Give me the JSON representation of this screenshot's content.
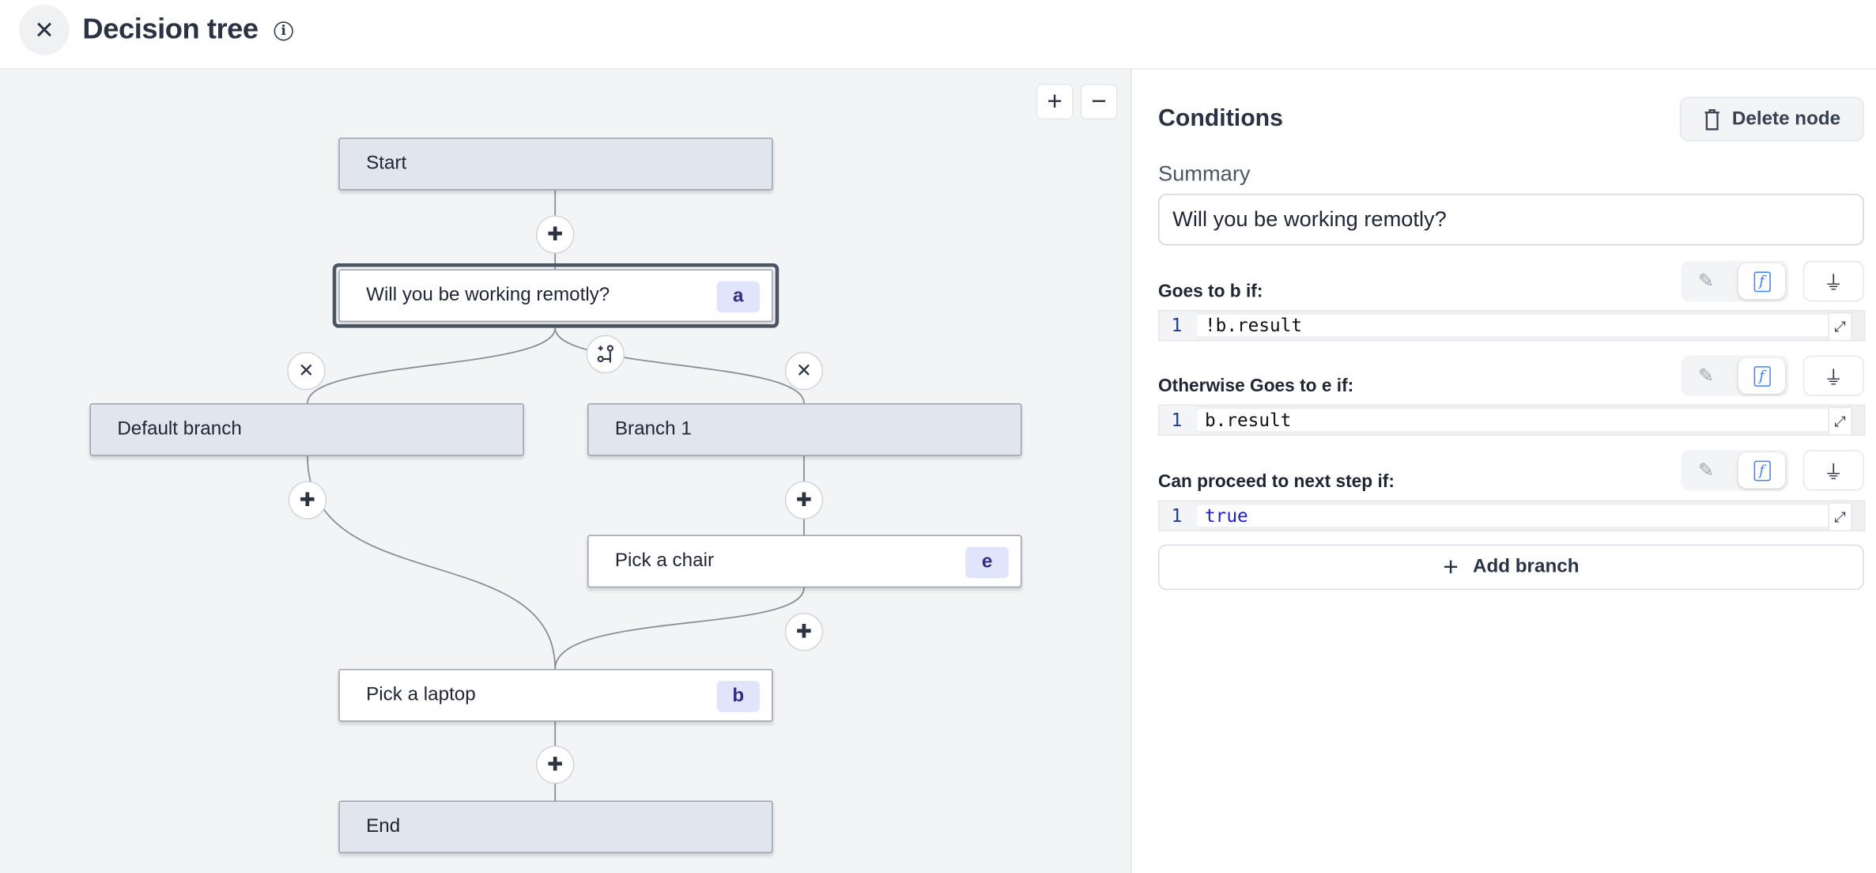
{
  "header": {
    "title": "Decision tree",
    "close_icon": "close-icon",
    "info_icon": "info-icon"
  },
  "canvas": {
    "zoom_in": "+",
    "zoom_out": "−",
    "nodes": {
      "start": {
        "label": "Start"
      },
      "question": {
        "label": "Will you be working remotly?",
        "badge": "a"
      },
      "default_branch": {
        "label": "Default branch"
      },
      "branch1": {
        "label": "Branch 1"
      },
      "chair": {
        "label": "Pick a chair",
        "badge": "e"
      },
      "laptop": {
        "label": "Pick a laptop",
        "badge": "b"
      },
      "end": {
        "label": "End"
      }
    }
  },
  "panel": {
    "title": "Conditions",
    "delete_label": "Delete node",
    "summary_label": "Summary",
    "summary_value": "Will you be working remotly?",
    "conditions": [
      {
        "label": "Goes to b if:",
        "line": "1",
        "code": "!b.result"
      },
      {
        "label": "Otherwise Goes to e if:",
        "line": "1",
        "code": "b.result"
      },
      {
        "label": "Can proceed to next step if:",
        "line": "1",
        "code": "true"
      }
    ],
    "add_branch_label": "Add branch"
  },
  "colors": {
    "node_gray": "#e1e6ee",
    "badge_bg": "#e0e5fb",
    "badge_text": "#312e81",
    "accent": "#3b82f6",
    "canvas_bg": "#f3f4f6"
  }
}
